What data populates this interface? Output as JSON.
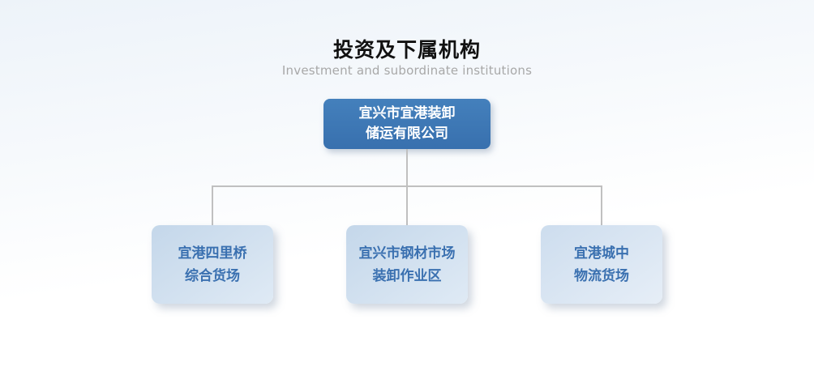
{
  "header": {
    "title": "投资及下属机构",
    "subtitle": "Investment and subordinate institutions"
  },
  "org_chart": {
    "root": {
      "name": "宜兴市宜港装卸储运有限公司",
      "line1": "宜兴市宜港装卸",
      "line2": "储运有限公司"
    },
    "children": [
      {
        "name": "宜港四里桥综合货场",
        "line1": "宜港四里桥",
        "line2": "综合货场"
      },
      {
        "name": "宜兴市钢材市场装卸作业区",
        "line1": "宜兴市钢材市场",
        "line2": "装卸作业区"
      },
      {
        "name": "宜港城中物流货场",
        "line1": "宜港城中",
        "line2": "物流货场"
      }
    ]
  },
  "colors": {
    "background_top": "#edf3f9",
    "root_fill_top": "#4480bc",
    "root_fill_bottom": "#3870ae",
    "root_text": "#ffffff",
    "child_fill_top": "#c4d7ea",
    "child_fill_bottom": "#dfeaf5",
    "child_text": "#3a70b0",
    "connector": "#c0c0c0",
    "title": "#111111",
    "subtitle": "#a8a8a8"
  }
}
